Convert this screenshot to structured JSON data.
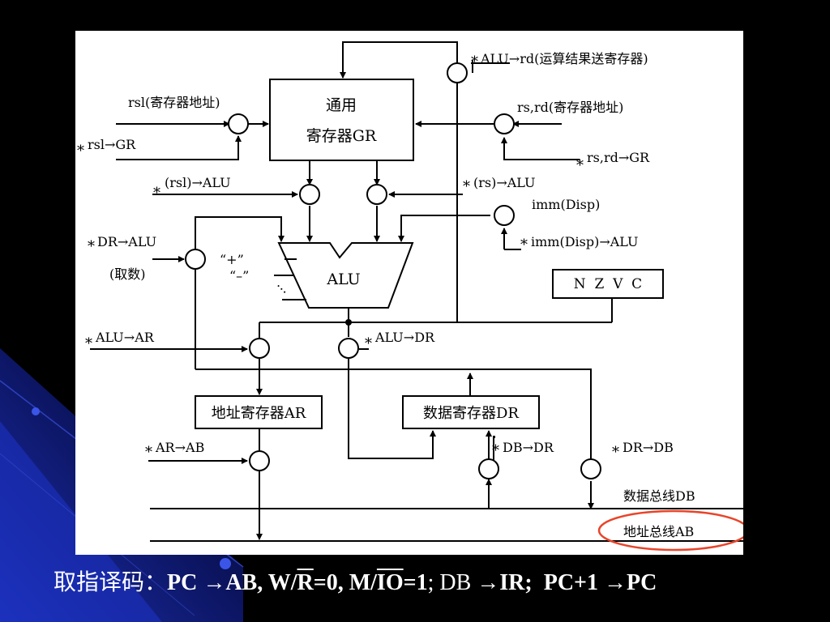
{
  "slide": {
    "caption": {
      "lead": "取指译码：",
      "pc_ab": "PC →AB, W/",
      "r_bar": "R",
      "eq0": "=0, M/",
      "io_bar": "IO",
      "eq1": "=1",
      "semi1": "; ",
      "db_ir": "DB →",
      "ir": "IR;",
      "pc_inc": "PC+1 →PC"
    },
    "colors": {
      "background": "#000000",
      "panel": "#ffffff",
      "highlight_ellipse": "#e8452a"
    }
  },
  "diagram": {
    "gr_line1": "通用",
    "gr_line2": "寄存器GR",
    "alu": "ALU",
    "ar": "地址寄存器AR",
    "dr": "数据寄存器DR",
    "flags": "N  Z  V  C",
    "plus": "“+”",
    "minus": "“–”",
    "dots": "…",
    "star": "*",
    "alu_rd": "ALU→rd(运算结果送寄存器)",
    "rsl_label": "rsl(寄存器地址)",
    "rsl_gr": "rsl→GR",
    "rsrd_label": "rs,rd(寄存器地址)",
    "rsrd_gr": "rs,rd→GR",
    "rsl_alu": "(rsl)→ALU",
    "rs_alu": "(rs)→ALU",
    "imm": "imm(Disp)",
    "imm_alu": "imm(Disp)→ALU",
    "dr_alu": "DR→ALU",
    "fetch": "(取数)",
    "alu_ar": "ALU→AR",
    "alu_dr": "ALU→DR",
    "ar_ab": "AR→AB",
    "db_dr": "DB→DR",
    "dr_db": "DR→DB",
    "data_bus": "数据总线DB",
    "addr_bus": "地址总线AB"
  }
}
